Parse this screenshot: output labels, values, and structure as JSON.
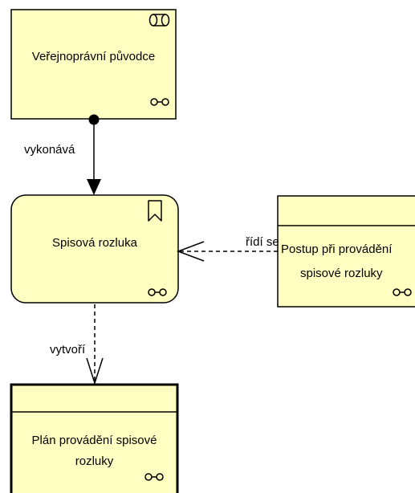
{
  "colors": {
    "node_fill": "#ffffc2",
    "stroke": "#000000",
    "background": "#ffffff"
  },
  "nodes": {
    "actor": {
      "label": "Veřejnoprávní původce",
      "type_icon": "role-icon",
      "link_icon": "infinity-icon"
    },
    "process": {
      "label": "Spisová rozluka",
      "type_icon": "business-event-icon",
      "link_icon": "infinity-icon"
    },
    "procedure": {
      "label_line1": "Postup při provádění",
      "label_line2": "spisové rozluky",
      "link_icon": "infinity-icon"
    },
    "plan": {
      "label_line1": "Plán provádění spisové",
      "label_line2": "rozluky",
      "link_icon": "infinity-icon"
    }
  },
  "edges": {
    "assignment": {
      "label": "vykonává"
    },
    "influence": {
      "label": "řídí se"
    },
    "access": {
      "label": "vytvoří"
    }
  }
}
